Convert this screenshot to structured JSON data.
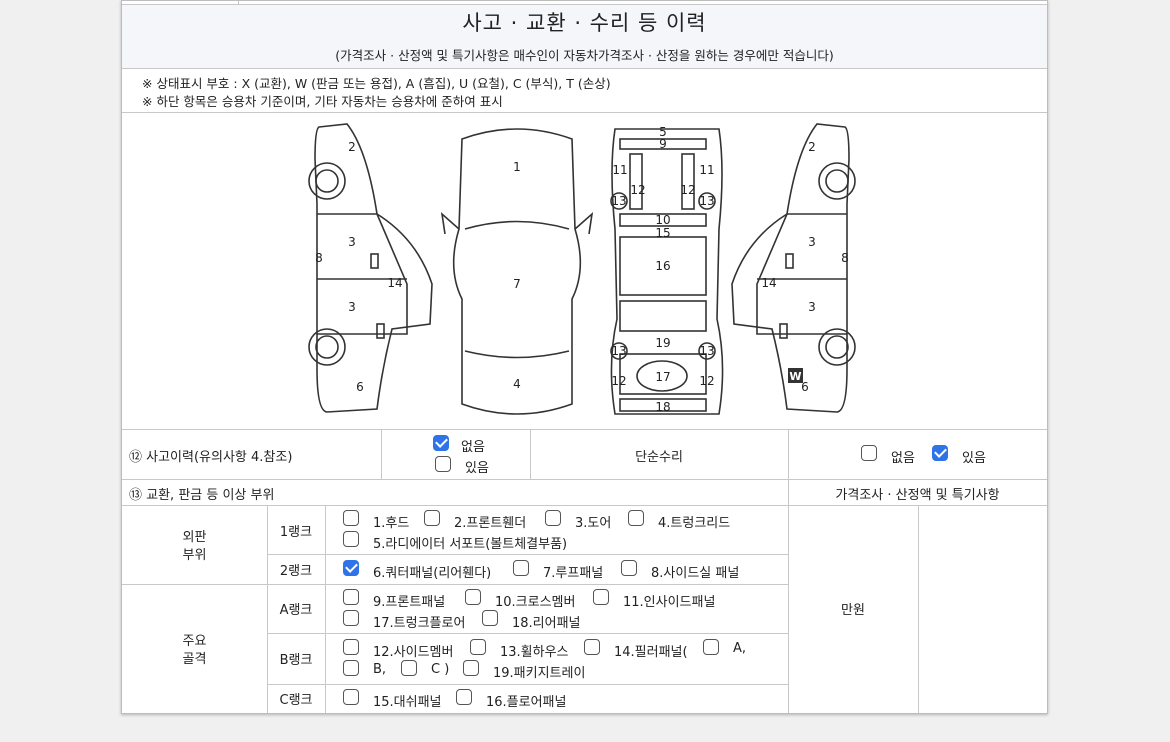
{
  "title": "사고 · 교환 · 수리 등 이력",
  "subtitle": "(가격조사 · 산정액 및 특기사항은 매수인이 자동차가격조사 · 산정을 원하는 경우에만 적습니다)",
  "legend": {
    "line1": "※ 상태표시 부호 : X (교환), W (판금 또는 용접), A (흠집), U (요철), C (부식), T (손상)",
    "line2": "※ 하단 항목은 승용차 기준이며, 기타 자동차는 승용차에 준하여 표시"
  },
  "diagram": {
    "side_left": [
      "2",
      "3",
      "8",
      "14",
      "3",
      "6"
    ],
    "top_view": [
      "1",
      "7",
      "4"
    ],
    "under_view": [
      "5",
      "9",
      "11",
      "11",
      "12",
      "12",
      "13",
      "13",
      "10",
      "15",
      "16",
      "19",
      "13",
      "13",
      "12",
      "17",
      "12",
      "18"
    ],
    "side_right": [
      "2",
      "3",
      "8",
      "14",
      "3",
      "6"
    ],
    "marker": "W"
  },
  "accident": {
    "label": "⑫ 사고이력(유의사항 4.참조)",
    "opt_none": "없음",
    "opt_yes": "있음",
    "none_checked": true,
    "yes_checked": false,
    "simple_repair_label": "단순수리",
    "simple_none": "없음",
    "simple_yes": "있음",
    "simple_none_checked": false,
    "simple_yes_checked": true
  },
  "parts": {
    "header": "⑬ 교환, 판금 등 이상 부위",
    "price_header": "가격조사 · 산정액 및 특기사항",
    "unit": "만원",
    "exterior_label_1": "외판",
    "exterior_label_2": "부위",
    "frame_label_1": "주요",
    "frame_label_2": "골격",
    "ranks": {
      "r1": "1랭크",
      "r2": "2랭크",
      "ra": "A랭크",
      "rb": "B랭크",
      "rc": "C랭크"
    },
    "items": {
      "i1": "1.후드",
      "i2": "2.프론트휀더",
      "i3": "3.도어",
      "i4": "4.트렁크리드",
      "i5": "5.라디에이터 서포트(볼트체결부품)",
      "i6": "6.쿼터패널(리어휀다)",
      "i7": "7.루프패널",
      "i8": "8.사이드실 패널",
      "i9": "9.프론트패널",
      "i10": "10.크로스멤버",
      "i11": "11.인사이드패널",
      "i17": "17.트렁크플로어",
      "i18": "18.리어패널",
      "i12": "12.사이드멤버",
      "i13": "13.휠하우스",
      "i14": "14.필러패널(",
      "i14a": "A,",
      "i14b": "B,",
      "i14c": "C )",
      "i19": "19.패키지트레이",
      "i15": "15.대쉬패널",
      "i16": "16.플로어패널"
    },
    "checked": {
      "i6": true
    }
  }
}
